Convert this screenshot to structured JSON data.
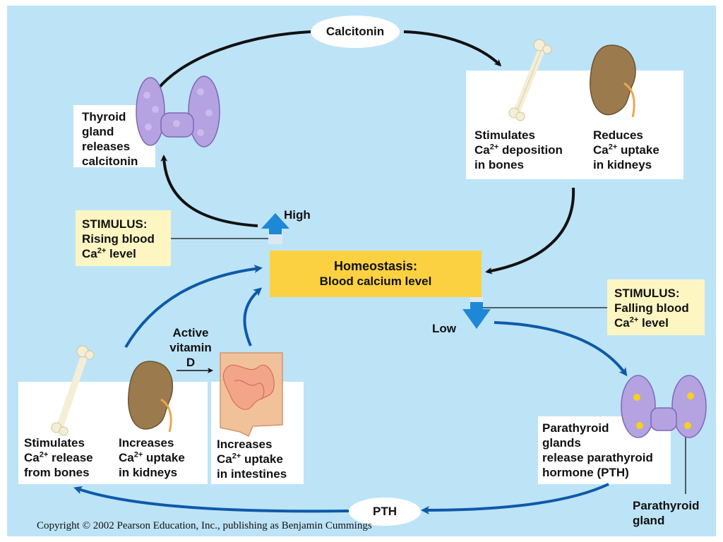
{
  "diagram": {
    "homeostasis": {
      "title": "Homeostasis:",
      "subtitle": "Blood calcium level"
    },
    "top_oval": "Calcitonin",
    "bottom_oval": "PTH",
    "high_label": "High",
    "low_label": "Low",
    "thyroid_box": {
      "line1": "Thyroid",
      "line2": "gland",
      "line3": "releases",
      "line4": "calcitonin"
    },
    "stimulus_rising": {
      "line1": "STIMULUS:",
      "line2": "Rising blood",
      "line3_pre": "Ca",
      "line3_sup": "2+",
      "line3_post": " level"
    },
    "stimulus_falling": {
      "line1": "STIMULUS:",
      "line2": "Falling blood",
      "line3_pre": "Ca",
      "line3_sup": "2+",
      "line3_post": " level"
    },
    "bones_deposition": {
      "line1": "Stimulates",
      "line2_pre": "Ca",
      "line2_sup": "2+",
      "line2_post": " deposition",
      "line3": "in bones"
    },
    "kidney_reduce": {
      "line1": "Reduces",
      "line2_pre": "Ca",
      "line2_sup": "2+",
      "line2_post": " uptake",
      "line3": "in kidneys"
    },
    "bones_release": {
      "line1": "Stimulates",
      "line2_pre": "Ca",
      "line2_sup": "2+",
      "line2_post": " release",
      "line3": "from bones"
    },
    "kidney_increase": {
      "line1": "Increases",
      "line2_pre": "Ca",
      "line2_sup": "2+",
      "line2_post": " uptake",
      "line3": "in kidneys"
    },
    "intestine_increase": {
      "line1": "Increases",
      "line2_pre": "Ca",
      "line2_sup": "2+",
      "line2_post": " uptake",
      "line3": "in intestines"
    },
    "vitamin": {
      "line1": "Active",
      "line2": "vitamin",
      "line3": "D"
    },
    "parathyroid_box": {
      "line1": "Parathyroid",
      "line2": "glands",
      "line3": "release parathyroid",
      "line4": "hormone (PTH)"
    },
    "parathyroid_gland_label": {
      "line1": "Parathyroid",
      "line2": "gland"
    },
    "copyright": "Copyright © 2002 Pearson Education, Inc., publishing as Benjamin Cummings"
  },
  "colors": {
    "background": "#bde3f7",
    "homeostasis_box": "#fbd142",
    "stimulus_box": "#fdf6c3",
    "up_arrow": "#1e88d6",
    "down_arrow": "#1e88d6",
    "calcitonin_pathway": "#111111",
    "pth_pathway": "#0d5aa8"
  }
}
